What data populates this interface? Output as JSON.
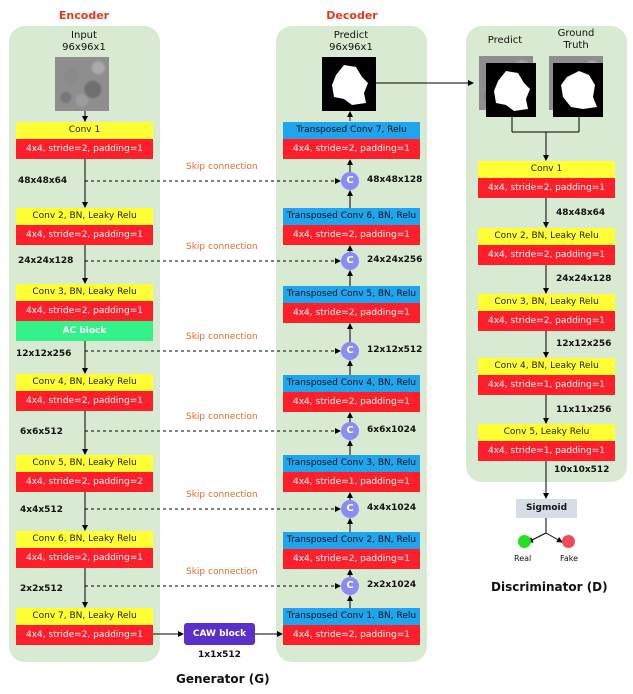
{
  "encoder": {
    "title": "Encoder",
    "input_caption": [
      "Input",
      "96x96x1"
    ],
    "blocks": [
      {
        "head": "Conv 1",
        "params": "4x4, stride=2, padding=1"
      },
      {
        "head": "Conv 2, BN, Leaky Relu",
        "params": "4x4, stride=2, padding=1"
      },
      {
        "head": "Conv 3, BN, Leaky Relu",
        "params": "4x4, stride=2, padding=1"
      },
      {
        "head": "Conv 4, BN, Leaky Relu",
        "params": "4x4, stride=2, padding=1"
      },
      {
        "head": "Conv 5, BN, Leaky Relu",
        "params": "4x4, stride=2, padding=2"
      },
      {
        "head": "Conv 6, BN, Leaky Relu",
        "params": "4x4, stride=2, padding=1"
      },
      {
        "head": "Conv 7, BN, Leaky Relu",
        "params": "4x4, stride=2, padding=1"
      }
    ],
    "ac_block": "AC block",
    "dims": [
      "48x48x64",
      "24x24x128",
      "12x12x256",
      "6x6x512",
      "4x4x512",
      "2x2x512"
    ]
  },
  "decoder": {
    "title": "Decoder",
    "predict_caption": [
      "Predict",
      "96x96x1"
    ],
    "blocks": [
      {
        "head": "Transposed Conv 7, Relu",
        "params": "4x4, stride=2, padding=1"
      },
      {
        "head": "Transposed Conv 6, BN, Relu",
        "params": "4x4, stride=2, padding=1"
      },
      {
        "head": "Transposed Conv 5, BN, Relu",
        "params": "4x4, stride=2, padding=1"
      },
      {
        "head": "Transposed Conv 4, BN, Relu",
        "params": "4x4, stride=2, padding=1"
      },
      {
        "head": "Transposed Conv 3, BN, Relu",
        "params": "4x4, stride=1, padding=1"
      },
      {
        "head": "Transposed Conv 2, BN, Relu",
        "params": "4x4, stride=2, padding=1"
      },
      {
        "head": "Transposed Conv 1, BN, Relu",
        "params": "4x4, stride=2, padding=1"
      }
    ],
    "dims": [
      "48x48x128",
      "24x24x256",
      "12x12x512",
      "6x6x1024",
      "4x4x1024",
      "2x2x1024"
    ],
    "concat_symbol": "C"
  },
  "skip_label": "Skip connection",
  "caw_block": "CAW block",
  "bottleneck_dim": "1x1x512",
  "generator_caption": "Generator (G)",
  "discriminator": {
    "predict_label": "Predict",
    "ground_truth_label": [
      "Ground",
      "Truth"
    ],
    "blocks": [
      {
        "head": "Conv 1",
        "params": "4x4, stride=2, padding=1"
      },
      {
        "head": "Conv 2, BN, Leaky Relu",
        "params": "4x4, stride=2, padding=1"
      },
      {
        "head": "Conv 3, BN, Leaky Relu",
        "params": "4x4, stride=2, padding=1"
      },
      {
        "head": "Conv 4, BN, Leaky Relu",
        "params": "4x4, stride=1, padding=1"
      },
      {
        "head": "Conv 5, Leaky Relu",
        "params": "4x4, stride=1, padding=1"
      }
    ],
    "dims": [
      "48x48x64",
      "24x24x128",
      "12x12x256",
      "11x11x256",
      "10x10x512"
    ],
    "sigmoid": "Sigmoid",
    "real": "Real",
    "fake": "Fake",
    "caption": "Discriminator (D)",
    "colors": {
      "real": "#22e022",
      "fake": "#f24a5a"
    }
  }
}
